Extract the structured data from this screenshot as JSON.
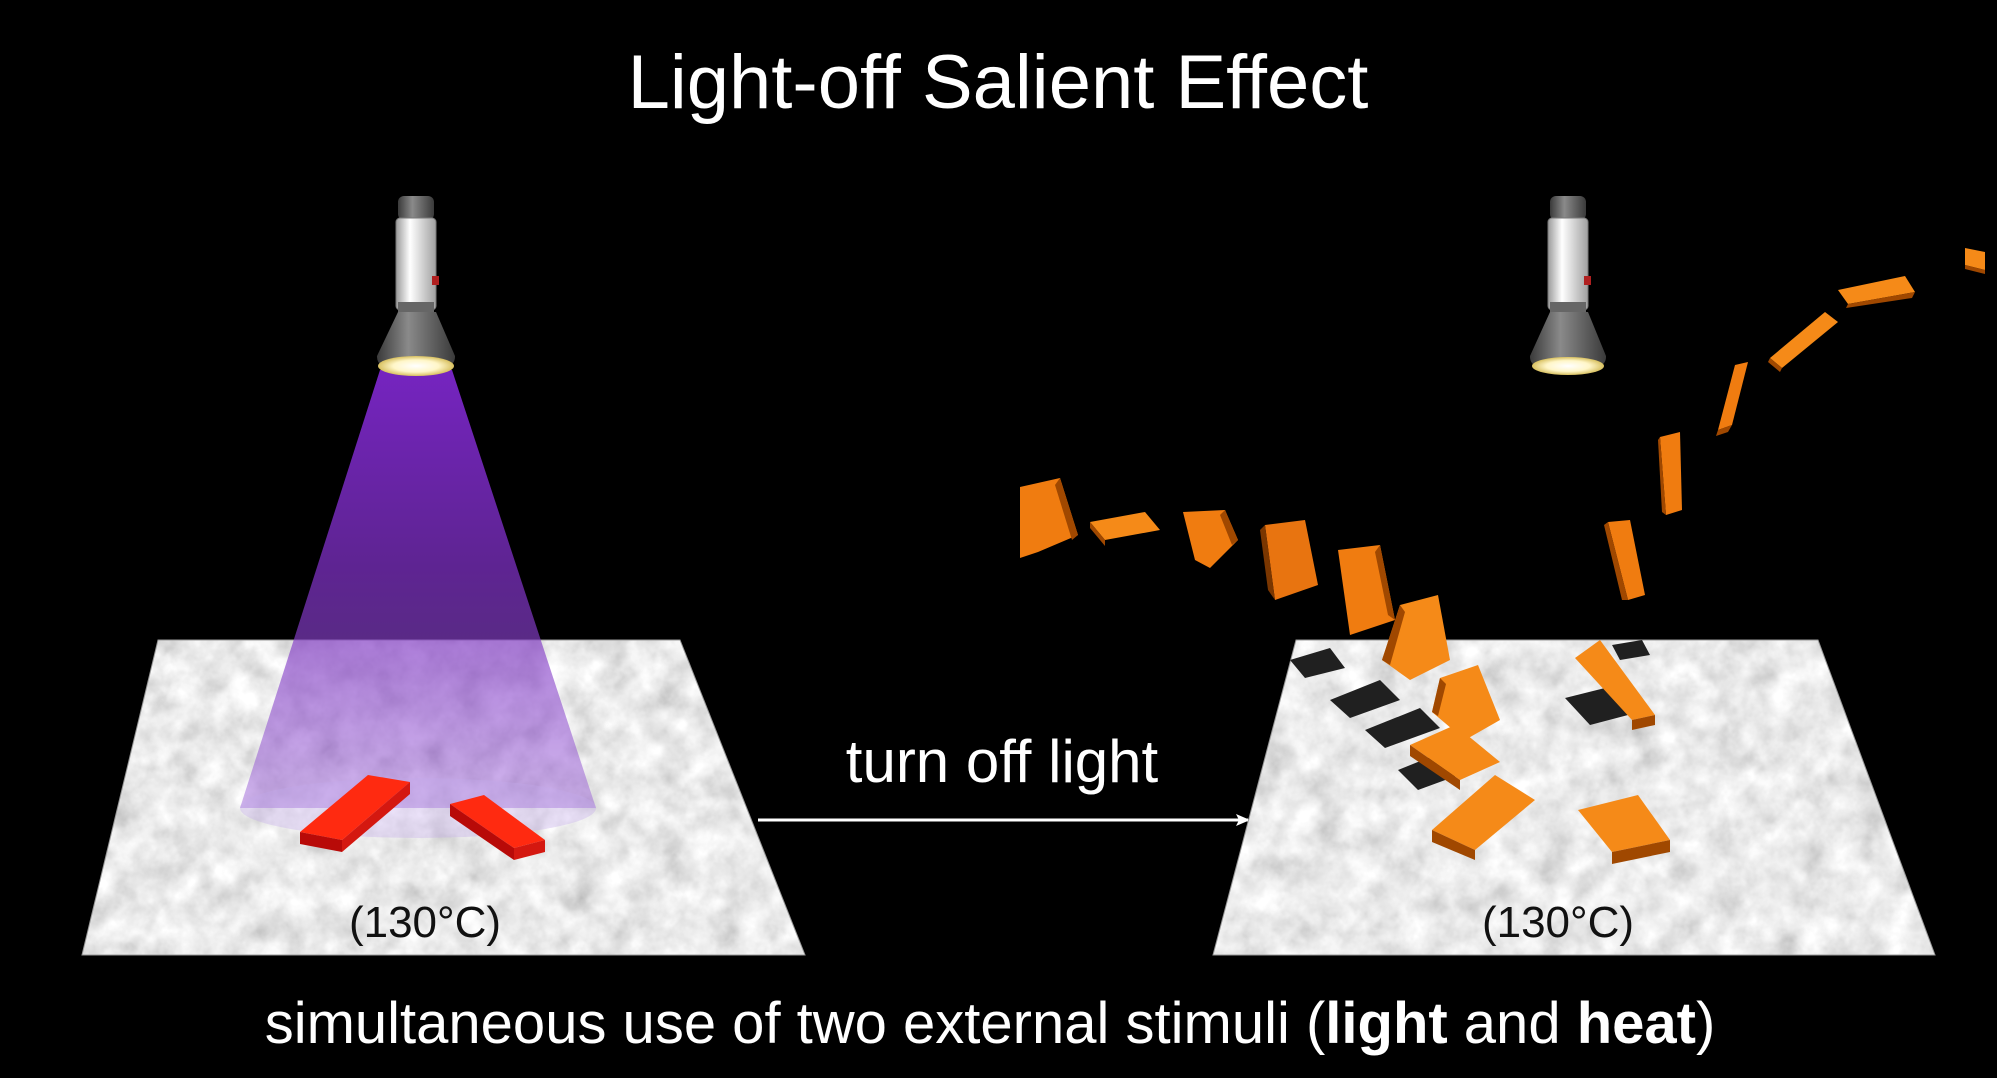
{
  "title": "Light-off Salient Effect",
  "left_panel": {
    "temperature": "(130°C)"
  },
  "right_panel": {
    "temperature": "(130°C)"
  },
  "arrow_label": "turn off light",
  "caption": {
    "part1": "simultaneous use of two external stimuli (",
    "bold1": "light",
    "part2": " and ",
    "bold2": "heat",
    "part3": ")"
  },
  "colors": {
    "background": "#000000",
    "uv_light": "#8a2be2",
    "crystal_before": "#e01020",
    "crystal_after": "#f08010",
    "surface": "#c8c8c8"
  }
}
